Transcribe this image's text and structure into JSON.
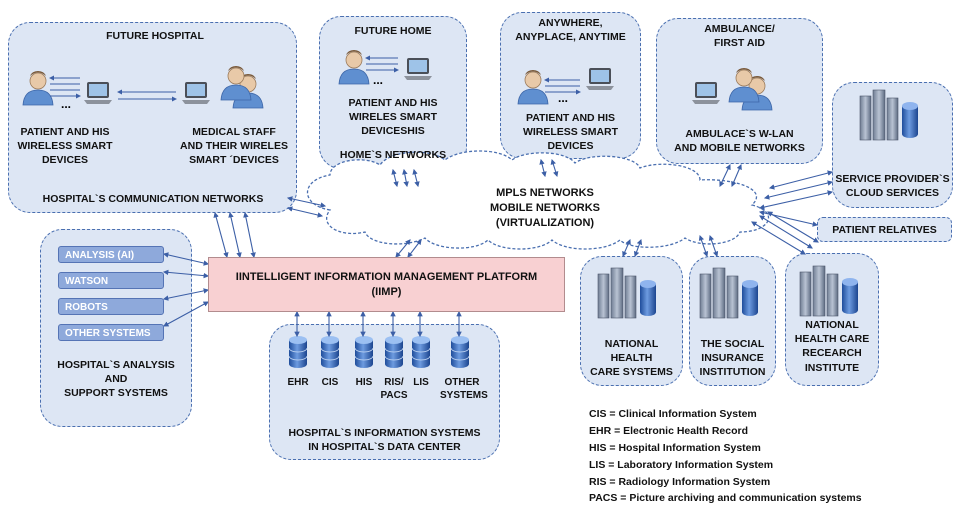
{
  "boxes": {
    "hospital": {
      "title": "FUTURE  HOSPITAL",
      "patient_label": [
        "PATIENT AND HIS",
        "WIRELESS SMART",
        "DEVICES"
      ],
      "staff_label": [
        "MEDICAL STAFF",
        "AND THEIR WIRELES",
        "SMART ´DEVICES"
      ],
      "network_label": "HOSPITAL`S COMMUNICATION NETWORKS"
    },
    "home": {
      "title": "FUTURE  HOME",
      "patient_label": [
        "PATIENT AND HIS",
        "WIRELES SMART",
        "DEVICESHIS"
      ],
      "network_label": "HOME`S NETWORKS"
    },
    "anywhere": {
      "title": [
        "ANYWHERE,",
        "ANYPLACE, ANYTIME"
      ],
      "patient_label": [
        "PATIENT AND HIS",
        "WIRELESS SMART",
        "DEVICES"
      ]
    },
    "ambulance": {
      "title": [
        "AMBULANCE/",
        "FIRST AID"
      ],
      "network_label": [
        "AMBULACE`S W-LAN",
        "AND MOBILE NETWORKS"
      ]
    },
    "cloud_provider": [
      "SERVICE  PROVIDER`S",
      "CLOUD SERVICES"
    ],
    "patient_relatives": "PATIENT RELATIVES",
    "cloud": [
      "MPLS NETWORKS",
      "MOBILE NETWORKS",
      "(VIRTUALIZATION)"
    ],
    "analysis": {
      "items": [
        "ANALYSIS (AI)",
        "WATSON",
        "ROBOTS",
        "OTHER SYSTEMS"
      ],
      "label": [
        "HOSPITAL`S ANALYSIS",
        "AND",
        "SUPPORT SYSTEMS"
      ]
    },
    "iimp": [
      "IINTELLIGENT INFORMATION MANAGEMENT PLATFORM",
      "(IIMP)"
    ],
    "his": {
      "databases": [
        "EHR",
        "CIS",
        "HIS",
        "RIS/\nPACS",
        "LIS",
        "OTHER\nSYSTEMS"
      ],
      "label": [
        "HOSPITAL`S INFORMATION SYSTEMS",
        "IN HOSPITAL`S DATA CENTER"
      ]
    },
    "national": [
      "NATIONAL",
      "HEALTH",
      "CARE SYSTEMS"
    ],
    "social": [
      "THE SOCIAL",
      "INSURANCE",
      "INSTITUTION"
    ],
    "research": [
      "NATIONAL",
      "HEALTH CARE",
      "RECEARCH",
      "INSTITUTE"
    ]
  },
  "legend": [
    "CIS = Clinical  Information System",
    "EHR = Electronic Health Record",
    "HIS = Hospital Information System",
    "LIS = Laboratory Information System",
    "RIS = Radiology  Information  System",
    "PACS = Picture archiving  and communication  systems"
  ],
  "colors": {
    "box_fill": "#dde6f4",
    "box_border": "#4a6fb0",
    "arrow": "#3c5fa6",
    "iimp_fill": "#f8d0d2",
    "button_fill": "#8ea9db"
  }
}
